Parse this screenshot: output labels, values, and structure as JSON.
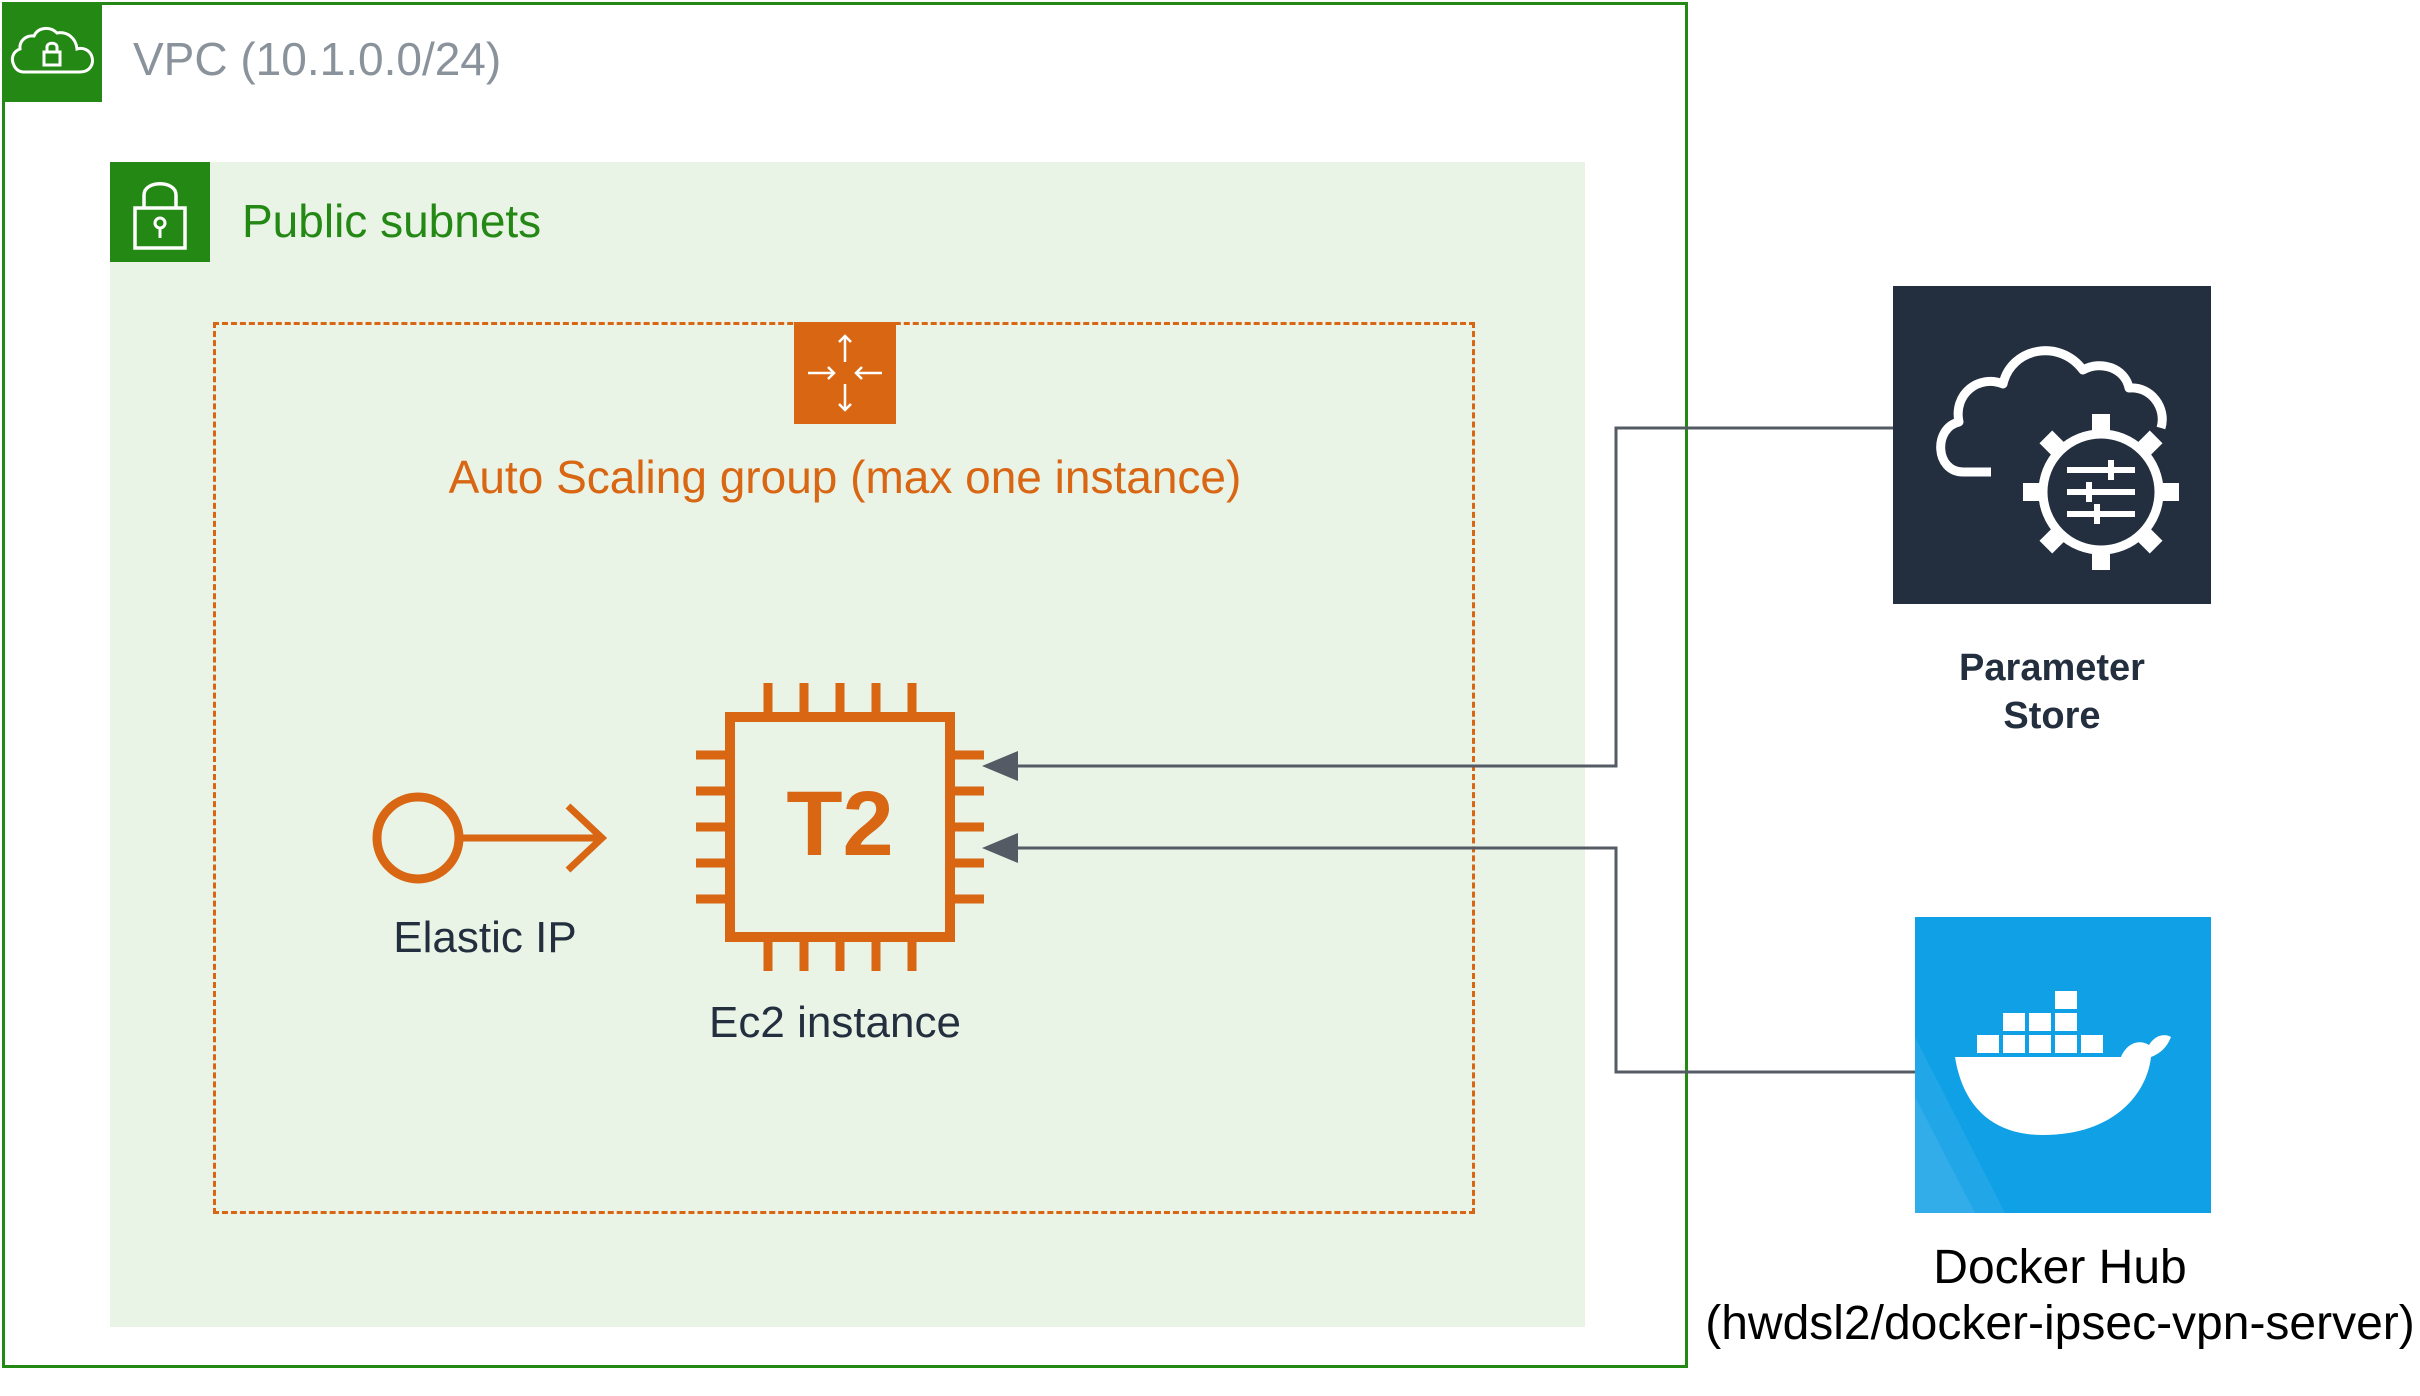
{
  "vpc": {
    "title": "VPC (10.1.0.0/24)",
    "icon": "vpc-cloud-lock-icon"
  },
  "subnet": {
    "title": "Public subnets",
    "icon": "padlock-icon"
  },
  "asg": {
    "title": "Auto Scaling group (max one instance)",
    "icon": "auto-scaling-arrows-icon"
  },
  "elastic_ip": {
    "label": "Elastic IP",
    "icon": "elastic-ip-icon"
  },
  "ec2": {
    "label": "Ec2 instance",
    "chip_text": "T2",
    "icon": "ec2-chip-icon"
  },
  "parameter_store": {
    "label_line1": "Parameter",
    "label_line2": "Store",
    "icon": "cloud-gear-icon"
  },
  "docker_hub": {
    "label_line1": "Docker Hub",
    "label_line2": "(hwdsl2/docker-ipsec-vpn-server)",
    "icon": "docker-whale-icon"
  },
  "colors": {
    "vpc_green": "#248814",
    "subnet_fill": "#e9f3e6",
    "orange": "#d86613",
    "dark": "#232f3e",
    "docker_blue": "#0fa0e6",
    "connector": "#545b64"
  }
}
